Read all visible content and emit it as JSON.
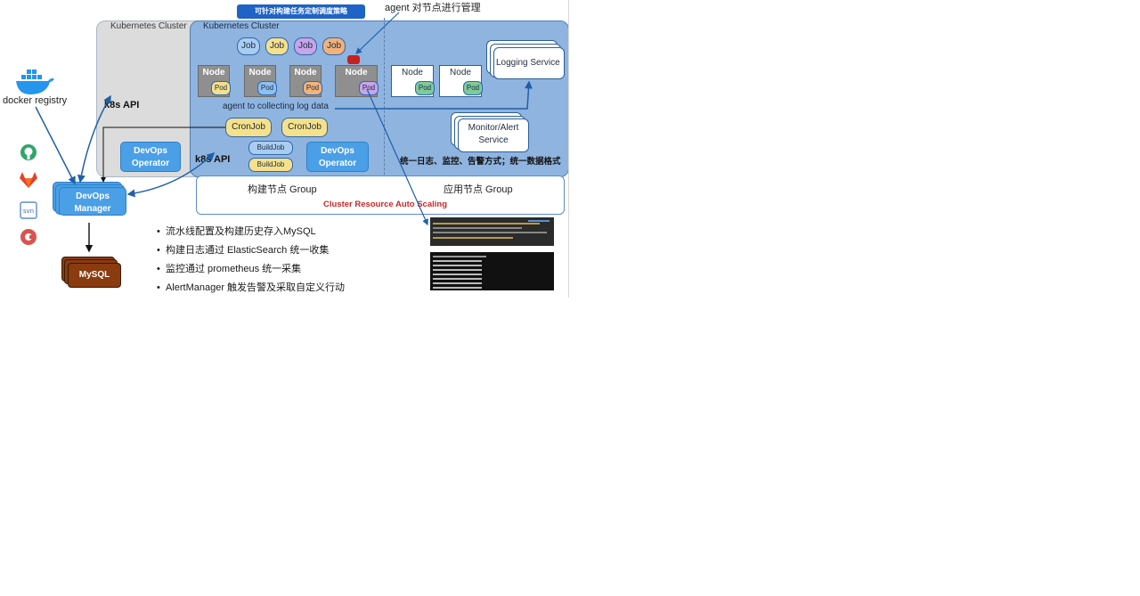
{
  "top_banner": "可针对构建任务定制调度策略",
  "top_annotation": "agent 对节点进行管理",
  "outer_cluster_label": "Kubernetes Cluster",
  "inner_cluster_label": "Kubernetes Cluster",
  "jobs": [
    "Job",
    "Job",
    "Job",
    "Job"
  ],
  "build_nodes": [
    {
      "label": "Node",
      "pod": "Pod"
    },
    {
      "label": "Node",
      "pod": "Pod"
    },
    {
      "label": "Node",
      "pod": "Pod"
    },
    {
      "label": "Node",
      "pod": "Pod"
    }
  ],
  "app_nodes": [
    {
      "label": "Node",
      "pod": "Pod"
    },
    {
      "label": "Node",
      "pod": "Pod"
    }
  ],
  "logging_service": "Logging Service",
  "monitor_service": "Monitor/Alert Service",
  "agent_log_text": "agent to collecting log data",
  "cronjobs": [
    "CronJob",
    "CronJob"
  ],
  "buildjobs": [
    "BuildJob",
    "BuildJob"
  ],
  "devops_operator_left": "DevOps Operator",
  "devops_operator_right": "DevOps Operator",
  "k8s_api_top": "k8s API",
  "k8s_api_bottom": "k8s API",
  "unified_text": "统一日志、监控、告警方式；统一数据格式",
  "build_group": "构建节点  Group",
  "app_group": "应用节点 Group",
  "autoscaling": "Cluster Resource Auto Scaling",
  "docker_registry": "docker registry",
  "scm_icons": [
    "github-icon",
    "gitlab-icon",
    "svn-icon",
    "gitea-icon"
  ],
  "devops_manager": "DevOps Manager",
  "mysql": "MySQL",
  "bullets": [
    "流水线配置及构建历史存入MySQL",
    "构建日志通过 ElasticSearch 统一收集",
    "监控通过 prometheus 统一采集",
    "AlertManager 触发告警及采取自定义行动"
  ],
  "colors": {
    "outer_cluster": "#dcdcdc",
    "inner_cluster": "#8fb4e0",
    "banner": "#1f63c6",
    "devops_blue": "#4a9fe6",
    "mysql_brown": "#8a3b0f",
    "autoscaling_red": "#c62828",
    "job_colors": [
      "#a9cdf0",
      "#f6e08a",
      "#c8a4e8",
      "#f2b27a"
    ],
    "pod_colors": [
      "#f6e08a",
      "#8fc0f0",
      "#f2b27a",
      "#c8a4e8"
    ],
    "app_pod": "#7fc99a"
  }
}
